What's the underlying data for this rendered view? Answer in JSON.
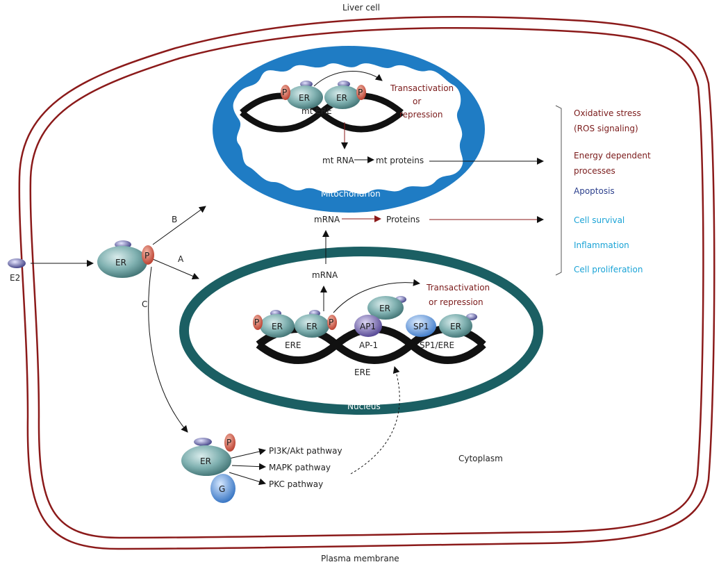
{
  "labels": {
    "liver_cell": "Liver cell",
    "plasma_membrane": "Plasma membrane",
    "cytoplasm": "Cytoplasm",
    "nucleus": "Nucleus",
    "mitochondrion": "Mitochondrion",
    "e2": "E2",
    "route_a": "A",
    "route_b": "B",
    "route_c": "C",
    "er": "ER",
    "p": "P",
    "g": "G",
    "ap1_protein": "AP1",
    "sp1_protein": "SP1",
    "mt_ere": "mt ERE",
    "ere": "ERE",
    "ap1_site": "AP-1",
    "sp1_ere": "SP1/ERE",
    "ere_below": "ERE",
    "mt_transactivation_1": "Transactivation",
    "mt_transactivation_2": "or",
    "mt_transactivation_3": "repression",
    "mt_rna": "mt RNA",
    "mt_proteins": "mt proteins",
    "mrna_nucleus": "mRNA",
    "mrna_cyto": "mRNA",
    "proteins": "Proteins",
    "nuc_transactivation_1": "Transactivation",
    "nuc_transactivation_2": "or repression",
    "pi3k": "PI3K/Akt pathway",
    "mapk": "MAPK pathway",
    "pkc": "PKC pathway"
  },
  "outcomes": [
    {
      "text": "Oxidative stress",
      "color": "#7a1a1a"
    },
    {
      "text": "(ROS signaling)",
      "color": "#7a1a1a"
    },
    {
      "text": "Energy dependent",
      "color": "#7a1a1a"
    },
    {
      "text": "processes",
      "color": "#7a1a1a"
    },
    {
      "text": "Apoptosis",
      "color": "#2b3f8c"
    },
    {
      "text": "Cell survival",
      "color": "#1aa3d6"
    },
    {
      "text": "Inflammation",
      "color": "#1aa3d6"
    },
    {
      "text": "Cell proliferation",
      "color": "#1aa3d6"
    }
  ],
  "colors": {
    "membrane": "#8b1a1a",
    "mito_outer": "#1f7cc4",
    "nucleus_ring": "#1b5f63",
    "er_body": "#5f9292",
    "phospho": "#c94a3a",
    "ligand": "#6a6aa8",
    "dna": "#111111",
    "g_protein": "#4a8fd1",
    "ap1": "#6a5aa0",
    "sp1": "#5a92d8"
  }
}
